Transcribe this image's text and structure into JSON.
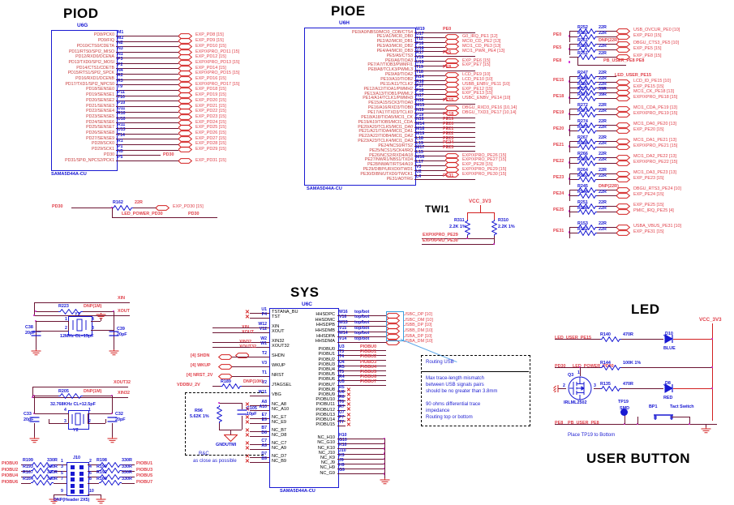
{
  "sheet": {
    "blocks": [
      {
        "title": "PIOD",
        "refdes": "U6G",
        "part": "SAMA5D44A-CU"
      },
      {
        "title": "PIOE",
        "refdes": "U6H",
        "part": "SAMA5D44A-CU"
      },
      {
        "title": "SYS",
        "refdes": "U6C",
        "part": "SAMA5D44A-CU"
      },
      {
        "title": "TWI1"
      },
      {
        "title": "LED"
      },
      {
        "title": "USER BUTTON"
      }
    ]
  },
  "piod": {
    "title": "PIOD",
    "refdes": "U6G",
    "part": "SAMA5D44A-CU",
    "pins": [
      {
        "name": "PD8/PCK0",
        "num": "M1",
        "net": "EXP_PD8  [15]"
      },
      {
        "name": "PD9/FIQ",
        "num": "M2",
        "net": "EXP_PD9  [15]"
      },
      {
        "name": "PD10/CTS0/CDETA",
        "num": "N2",
        "net": "EXP_PD10  [15]"
      },
      {
        "name": "PD11/RTS0/SPI2_MISO",
        "num": "N3",
        "net": "EXP/XPRO_PD11  [15]"
      },
      {
        "name": "PD12/RXD0/DCENA",
        "num": "N1",
        "net": "EXP_PD12  [15]"
      },
      {
        "name": "PD13/TXD0/SPI2_MOSI",
        "num": "P3",
        "net": "EXP/XPRO_PD13  [15]"
      },
      {
        "name": "PD14/CTS1/CDETB",
        "num": "P2",
        "net": "EXP_PD14  [15]"
      },
      {
        "name": "PD15/RTS1/SPI2_SPCK",
        "num": "N4",
        "net": "EXP/XPRO_PD15  [15]"
      },
      {
        "name": "PD16/RXD1/DCENB",
        "num": "R2",
        "net": "EXP_PD16  [15]"
      },
      {
        "name": "PD17/TXD1/SPI2_NPCS0",
        "num": "R3",
        "net": "EXP/XPRO_PD17  [15]"
      },
      {
        "name": "PD18/SENSE0",
        "num": "T9",
        "net": "EXP_PD18  [15]"
      },
      {
        "name": "PD19/SENSE1",
        "num": "P11",
        "net": "EXP_PD19  [15]"
      },
      {
        "name": "PD20/SENSE2",
        "num": "T10",
        "net": "EXP_PD20  [15]"
      },
      {
        "name": "PD21/SENSE3",
        "num": "P10",
        "net": "EXP_PD21  [15]"
      },
      {
        "name": "PD22/SENSE4",
        "num": "U11",
        "net": "EXP_PD22  [15]"
      },
      {
        "name": "PD23/SENSE5",
        "num": "R10",
        "net": "EXP_PD23  [15]"
      },
      {
        "name": "PD24/SENSE6",
        "num": "U10",
        "net": "EXP_PD24  [15]"
      },
      {
        "name": "PD25/SENSE7",
        "num": "R11",
        "net": "EXP_PD25  [15]"
      },
      {
        "name": "PD26/SENSE8",
        "num": "U13",
        "net": "EXP_PD26  [15]"
      },
      {
        "name": "PD27/SENSE9",
        "num": "T14",
        "net": "EXP_PD27  [15]"
      },
      {
        "name": "PD28/SCK0",
        "num": "R1",
        "net": "EXP_PD28  [15]"
      },
      {
        "name": "PD29/SCK1",
        "num": "P1",
        "net": "EXP_PD29  [15]"
      },
      {
        "name": "PD30",
        "num": "N5",
        "net": "PD30",
        "nolabel": true
      },
      {
        "name": "PD31/SPI0_NPCS2/PCK1",
        "num": "P5",
        "net": "EXP_PD31  [15]"
      }
    ]
  },
  "pd30_net": {
    "left_label": "PD30",
    "resistor": "R162",
    "value": "22R",
    "out": "EXP_PD30  [15]",
    "lower_label": "LED_POWER_PD30",
    "lower_net": "PD30"
  },
  "pioe": {
    "title": "PIOE",
    "refdes": "U6H",
    "part": "SAMA5D44A-CU",
    "pins": [
      {
        "name": "PE0/A0/NBS0/MCI0_CDB/CTS4",
        "num": "W19",
        "net": "PE0",
        "bus": true
      },
      {
        "name": "PE1/A1/MCI0_DB0",
        "num": "U17",
        "net": "G0_IRQ_PE1  [12]"
      },
      {
        "name": "PE2/A2/MCI0_DB1",
        "num": "T12",
        "net": "MCI0_CD_PE2  [13]"
      },
      {
        "name": "PE3/A3/MCI0_DB2",
        "num": "P16",
        "net": "MCI1_CD_PE3  [13]"
      },
      {
        "name": "PE4/A4/MCI0_DB3",
        "num": "U18",
        "net": "MCI1_PWR_PE4  [13]"
      },
      {
        "name": "PE5/A5/CTS3",
        "num": "R17",
        "net": "PE5",
        "bus": true
      },
      {
        "name": "PE6/A6/TIOA3",
        "num": "V19",
        "net": "EXP_PE6  [15]"
      },
      {
        "name": "PE7/A7/TIOB3/PWMFI1",
        "num": "U19",
        "net": "EXP_PE7  [15]"
      },
      {
        "name": "PE8/A8/TCLK3/PWML3",
        "num": "T19",
        "net": "PE8",
        "bus": true
      },
      {
        "name": "PE9/A9/TIOA2",
        "num": "T18",
        "net": "LCD_PE9  [10]"
      },
      {
        "name": "PE10/A10/TIOB2",
        "num": "N14",
        "net": "LCD_PE10  [10]"
      },
      {
        "name": "PE11/A11/TCLK2",
        "num": "R18",
        "net": "USBB_ENBV_PE11  [10]"
      },
      {
        "name": "PE12/A12/TIOA1/PWMH2",
        "num": "P17",
        "net": "EXP_PE12  [15]"
      },
      {
        "name": "PE13/A13/TIOB1/PWML2",
        "num": "P18",
        "net": "EXP_PE13  [15]"
      },
      {
        "name": "PE14/A14/TCLK1/PWMH3",
        "num": "N17",
        "net": "USBC_ENBV_PE14  [10]"
      },
      {
        "name": "PE15/A15/SCK3/TIOA0",
        "num": "N18",
        "net": "PE15",
        "bus": true
      },
      {
        "name": "PE16/A16/RXD3/TIOB0",
        "num": "M15",
        "net": "DBGU_RXD3_PE16  [10,14]"
      },
      {
        "name": "PE17/A17/TXD3/TCLK0",
        "num": "N19",
        "net": "DBGU_TXD3_PE17  [10,14]"
      },
      {
        "name": "PE18/A18/TIOA5/MCI1_CK",
        "num": "P19",
        "net": "PE18",
        "bus": true
      },
      {
        "name": "PE19/A19/TIOB5/MCI1_CDA",
        "num": "N16",
        "net": "PE19",
        "bus": true
      },
      {
        "name": "PE20/A20/TCLK5/MCI1_DA0",
        "num": "M14",
        "net": "PE20",
        "bus": true
      },
      {
        "name": "PE21/A21/TIOA4/MCI1_DA1",
        "num": "M18",
        "net": "PE21",
        "bus": true
      },
      {
        "name": "PE22/A22/TIOB4/MCI1_DA2",
        "num": "M19",
        "net": "PE22",
        "bus": true
      },
      {
        "name": "PE23/A23/TCLK4/MCI1_DA3",
        "num": "L18",
        "net": "PE23",
        "bus": true
      },
      {
        "name": "PE24/NCS0/RTS2",
        "num": "L19",
        "net": "PE24",
        "bus": true
      },
      {
        "name": "PE25/NCS1/SCK4/IRQ",
        "num": "M17",
        "net": "PE25",
        "bus": true
      },
      {
        "name": "PE26/NCS2/RXD4/A18",
        "num": "L15",
        "net": "EXP/XPRO_PE26  [15]"
      },
      {
        "name": "PE27/NWR1/NBS1/TXD4",
        "num": "M16",
        "net": "EXP/XPRO_PE27  [15]"
      },
      {
        "name": "PE28/NWAIT/RTS4/A19",
        "num": "L17",
        "net": "EXP_PE28  [15]"
      },
      {
        "name": "PE29/DIBP/URXD0/TWD1",
        "num": "V3",
        "net": "EXP/XPRO_PE29  [15]"
      },
      {
        "name": "PE30/DIBN/UTXD0/TWCK1",
        "num": "U2",
        "net": "EXP/XPRO_PE30  [15]"
      },
      {
        "name": "PE31/ADTRG",
        "num": "L4",
        "net": "PE31",
        "bus": true
      }
    ]
  },
  "twi1": {
    "title": "TWI1",
    "rail": "VCC_3V3",
    "r_left": "R311",
    "r_left_val": "2.2K 1%",
    "r_right": "R310",
    "r_right_val": "2.2K 1%",
    "net_top": "EXP/XPRO_PE29",
    "net_bot": "EXP/XPRO_PE30"
  },
  "pe_series": [
    {
      "label": "PE0",
      "rows": [
        {
          "ref": "R252",
          "val": "22R",
          "net": "USB_OVCUR_PE0  [10]"
        },
        {
          "ref": "R253",
          "val": "22R",
          "net": "EXP_PE0  [15]"
        }
      ]
    },
    {
      "label": "PE5",
      "rows": [
        {
          "ref": "R261",
          "val": "DNP(22R)",
          "dnp": true,
          "net": "DBGU_CTS3_PE5  [10]"
        },
        {
          "ref": "R260",
          "val": "22R",
          "net": "EXP_PE5  [15]"
        }
      ]
    },
    {
      "label": "PE8",
      "rows": [
        {
          "ref": "R251",
          "val": "22R",
          "net": "EXP_PE8  [15]"
        }
      ],
      "extra": "PB_USER_PE8     PE8"
    },
    {
      "label": "PE15",
      "rows": [
        {
          "ref": "R247",
          "val": "22R",
          "net": "",
          "top_net": "LED_USER_PE15"
        },
        {
          "ref": "R248",
          "val": "22R",
          "net": "LCD_ID_PE15  [10]"
        },
        {
          "ref": "R250",
          "val": "22R",
          "net": "EXP_PE15  [15]"
        }
      ]
    },
    {
      "label": "PE18",
      "rows": [
        {
          "ref": "R270",
          "val": "39R",
          "net": "MCI1_CK_PE18  [13]"
        },
        {
          "ref": "R271",
          "val": "39R",
          "net": "EXP/XPRO_PE18  [15]"
        }
      ]
    },
    {
      "label": "PE19",
      "rows": [
        {
          "ref": "R272",
          "val": "22R",
          "net": "MCI1_CDA_PE19  [13]"
        },
        {
          "ref": "R273",
          "val": "22R",
          "net": "EXP/XPRO_PE19  [15]"
        }
      ]
    },
    {
      "label": "PE20",
      "rows": [
        {
          "ref": "R274",
          "val": "22R",
          "net": "MCI1_DA0_PE20  [13]"
        },
        {
          "ref": "R275",
          "val": "22R",
          "net": "EXP_PE20  [15]"
        }
      ]
    },
    {
      "label": "PE21",
      "rows": [
        {
          "ref": "R267",
          "val": "22R",
          "net": "MCI1_DA1_PE21  [13]"
        },
        {
          "ref": "R268",
          "val": "22R",
          "net": "EXP/XPRO_PE21  [15]"
        }
      ]
    },
    {
      "label": "PE22",
      "rows": [
        {
          "ref": "R266",
          "val": "22R",
          "net": "MCI1_DA2_PE22  [13]"
        },
        {
          "ref": "R265",
          "val": "22R",
          "net": "EXP/XPRO_PE22  [15]"
        }
      ]
    },
    {
      "label": "PE23",
      "rows": [
        {
          "ref": "R264",
          "val": "22R",
          "net": "MCI1_DA3_PE23  [13]"
        },
        {
          "ref": "R263",
          "val": "22R",
          "net": "EXP_PE23  [15]"
        }
      ]
    },
    {
      "label": "PE24",
      "rows": [
        {
          "ref": "R245",
          "val": "DNP(22R)",
          "dnp": true,
          "net": "DBGU_RTS3_PE24  [10]"
        },
        {
          "ref": "R246",
          "val": "22R",
          "net": "EXP_PE24  [15]"
        }
      ]
    },
    {
      "label": "PE25",
      "rows": [
        {
          "ref": "R251",
          "val": "22R",
          "net": "EXP_PE25  [15]"
        },
        {
          "ref": "R256",
          "val": "22R",
          "net": "PMIC_IRQ_PE25  [4]"
        }
      ]
    },
    {
      "label": "PE31",
      "rows": [
        {
          "ref": "R153",
          "val": "22R",
          "net": "USBA_VBUS_PE31  [10]"
        },
        {
          "ref": "R152",
          "val": "22R",
          "net": "EXP_PE31  [15]"
        }
      ]
    }
  ],
  "sys": {
    "title": "SYS",
    "refdes": "U6C",
    "part": "SAMA5D44A-CU",
    "left_pins": [
      {
        "name": "TSTANA_BU",
        "num": "U1",
        "nc": true
      },
      {
        "name": "TST",
        "num": "P4",
        "nc": true
      },
      {
        "name": "XIN",
        "num": "W12",
        "net": "XIN"
      },
      {
        "name": "XOUT",
        "num": "V12",
        "net": "XOUT"
      },
      {
        "name": "XIN32",
        "num": "W2",
        "net": "XIN32"
      },
      {
        "name": "XOUT32",
        "num": "W1",
        "net": "XOUT32"
      },
      {
        "name": "SHDN",
        "num": "T2",
        "net": "[4]  SHDN",
        "port": true
      },
      {
        "name": "WKUP",
        "num": "V3",
        "net": "[4]  WKUP",
        "port": true
      },
      {
        "name": "NRST",
        "num": "T1",
        "net": "[4]  NRST_2V",
        "port": true
      },
      {
        "name": "JTAGSEL",
        "num": "V2",
        "net": "VDDBU_2V"
      },
      {
        "name": "VBG",
        "num": "W11"
      },
      {
        "name": "NC_A8",
        "num": "A8",
        "nc": true
      },
      {
        "name": "NC_A10",
        "num": "A10",
        "nc": true
      },
      {
        "name": "NC_E7",
        "num": "E7",
        "nc": true
      },
      {
        "name": "NC_E9",
        "num": "E9",
        "nc": true
      },
      {
        "name": "NC_B7",
        "num": "B7",
        "nc": true
      },
      {
        "name": "NC_D8",
        "num": "D8",
        "nc": true
      },
      {
        "name": "NC_C7",
        "num": "C7",
        "nc": true
      },
      {
        "name": "NC_A9",
        "num": "A9",
        "nc": true
      },
      {
        "name": "NC_D7",
        "num": "D7",
        "nc": true
      },
      {
        "name": "NC_B9",
        "num": "B9",
        "nc": true
      }
    ],
    "right_hhs": [
      {
        "name": "HHSDPC",
        "num": "W16",
        "tag": "top/bot",
        "net": "USBC_DP  [10]"
      },
      {
        "name": "HHSDMC",
        "num": "V16",
        "tag": "top/bot",
        "net": "USBC_DM  [10]"
      },
      {
        "name": "HHSDPB",
        "num": "W15",
        "tag": "top/bot",
        "net": "USBB_DP  [10]"
      },
      {
        "name": "HHSDMB",
        "num": "V15",
        "tag": "top/bot",
        "net": "USBB_DM  [10]"
      },
      {
        "name": "HHSDPA",
        "num": "W14",
        "tag": "top/bot",
        "net": "USBA_DP  [10]"
      },
      {
        "name": "HHSDMA",
        "num": "V14",
        "tag": "top/bot",
        "net": "USBA_DM  [10]"
      }
    ],
    "right_piobu": [
      {
        "name": "PIOBU0",
        "num": "U3",
        "net": "PIOBU0"
      },
      {
        "name": "PIOBU1",
        "num": "T3",
        "net": "PIOBU1"
      },
      {
        "name": "PIOBU2",
        "num": "T4",
        "net": "PIOBU2"
      },
      {
        "name": "PIOBU3",
        "num": "U4",
        "net": "PIOBU3"
      },
      {
        "name": "PIOBU4",
        "num": "R5",
        "net": "PIOBU4"
      },
      {
        "name": "PIOBU5",
        "num": "T5",
        "net": "PIOBU5"
      },
      {
        "name": "PIOBU6",
        "num": "R4",
        "net": "PIOBU6"
      },
      {
        "name": "PIOBU7",
        "num": "U5",
        "net": "PIOBU7"
      },
      {
        "name": "PIOBU8",
        "num": "R5",
        "nc": true
      },
      {
        "name": "PIOBU9",
        "num": "U6",
        "nc": true
      },
      {
        "name": "PIOBU10",
        "num": "R6",
        "nc": true
      },
      {
        "name": "PIOBU11",
        "num": "T6",
        "nc": true
      },
      {
        "name": "PIOBU12",
        "num": "R7",
        "nc": true
      },
      {
        "name": "PIOBU13",
        "num": "U7",
        "nc": true
      },
      {
        "name": "PIOBU14",
        "num": "P7",
        "nc": true
      },
      {
        "name": "PIOBU15",
        "num": "T7",
        "nc": true
      }
    ],
    "right_nc": [
      {
        "name": "NC_H10",
        "num": "H10"
      },
      {
        "name": "NC_G10",
        "num": "G10"
      },
      {
        "name": "NC_K10",
        "num": "K10"
      },
      {
        "name": "NC_J10",
        "num": "J10"
      },
      {
        "name": "NC_K9",
        "num": "K9"
      },
      {
        "name": "NC_J9",
        "num": "J9"
      },
      {
        "name": "NC_H9",
        "num": "H9"
      },
      {
        "name": "NC_G9",
        "num": "G9"
      }
    ]
  },
  "xtal12": {
    "top_net": "XIN",
    "right_net": "XOUT",
    "res": "R223",
    "res_val": "DNP(1M)",
    "xtal": "Y3",
    "xtal_val": "12MHz CL=15pF",
    "c_left": "C38",
    "c_left_val": "20pF",
    "c_right": "C39",
    "c_right_val": "20pF",
    "pins": [
      "1",
      "4",
      "2",
      "3"
    ]
  },
  "xtal32": {
    "top_net": "XOUT32",
    "right_net": "XIN32",
    "res": "R205",
    "res_val": "DNP(1M)",
    "xtal": "Y2",
    "xtal_val": "32.768KHz CL=12.5pF",
    "c_left": "C33",
    "c_left_val": "20pF",
    "c_right": "C32",
    "c_right_val": "20pF",
    "pins": [
      "4",
      "1",
      "3",
      "2"
    ]
  },
  "jtagsel": {
    "res": "R189",
    "val": "DNP(10K)",
    "rail": "VDDBU_2V"
  },
  "vbg": {
    "res": "R96",
    "res_val": "5.62K 1%",
    "cap": "C105",
    "cap_val": "10pF",
    "gnd": "GNDUTMI",
    "note1": "R&C",
    "note2": "as close as possible"
  },
  "usb_note": {
    "title": "Routing USB",
    "lines": [
      "Max trace-length mismatch",
      "between USB signals pairs",
      "should be no greater than 3.8mm",
      "",
      "90 ohms differential trace",
      "impedance",
      "Routing top or bottom"
    ]
  },
  "j10": {
    "refdes": "J10",
    "part": "DNP(Header 2X5)",
    "left": [
      {
        "net": "PIOBU0",
        "ref": "R199",
        "val": "330R",
        "pin": "1"
      },
      {
        "net": "PIOBU2",
        "ref": "R193",
        "val": "330R",
        "pin": "3"
      },
      {
        "net": "PIOBU4",
        "ref": "R167",
        "val": "330R",
        "pin": "5"
      },
      {
        "net": "PIOBU6",
        "ref": "R164",
        "val": "330R",
        "pin": "7"
      }
    ],
    "right": [
      {
        "net": "PIOBU1",
        "ref": "R198",
        "val": "330R",
        "pin": "2"
      },
      {
        "net": "PIOBU3",
        "ref": "R190",
        "val": "330R",
        "pin": "4"
      },
      {
        "net": "PIOBU5",
        "ref": "R192",
        "val": "330R",
        "pin": "6"
      },
      {
        "net": "PIOBU7",
        "ref": "R166",
        "val": "330R",
        "pin": "8"
      }
    ],
    "pin9": "9",
    "pin10": "10"
  },
  "led": {
    "title": "LED",
    "rail": "VCC_3V3",
    "row1": {
      "net": "LED_USER_PE15",
      "ref": "R140",
      "val": "470R",
      "diode": "D10",
      "color": "BLUE"
    },
    "row2": {
      "net_a": "PD30",
      "net_b": "LED_POWER_PD30",
      "ref": "R144",
      "val": "100K 1%"
    },
    "fet": {
      "ref": "Q3",
      "part": "IRLML2502",
      "p1": "1",
      "p2": "2",
      "p3": "3"
    },
    "row3": {
      "ref": "R135",
      "val": "470R",
      "diode": "D8",
      "color": "RED"
    },
    "tp": {
      "ref": "TP19",
      "type": "SMD"
    }
  },
  "button": {
    "title": "USER BUTTON",
    "net_a": "PE8",
    "net_b": "PB_USER_PE8",
    "sw_ref": "BP1",
    "sw_label": "Tact Switch",
    "note": "Place TP19 to Bottom"
  }
}
